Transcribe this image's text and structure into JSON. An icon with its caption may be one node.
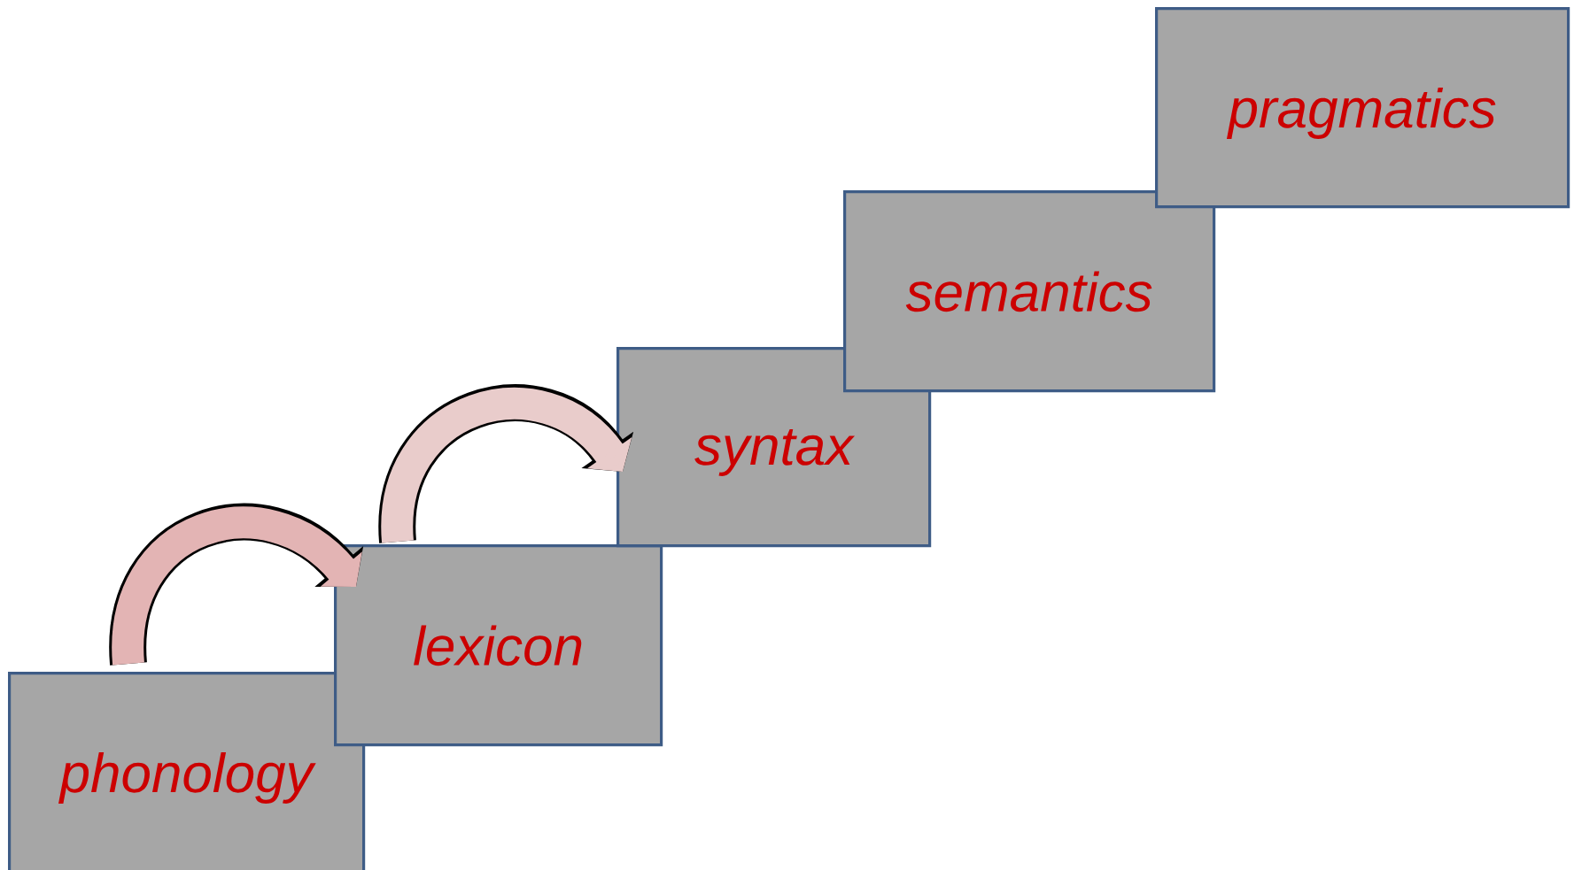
{
  "diagram": {
    "nodes": [
      {
        "text": [
          "phonology"
        ]
      },
      {
        "text": [
          "lexicon"
        ]
      },
      {
        "text": [
          "syntax"
        ]
      },
      {
        "text": [
          "semantics"
        ]
      },
      {
        "text": [
          "pragmatics"
        ]
      }
    ],
    "edges": [
      {
        "from": 0,
        "to": 1,
        "arrow": "to"
      },
      {
        "from": 1,
        "to": 2,
        "arrow": "to"
      }
    ]
  }
}
